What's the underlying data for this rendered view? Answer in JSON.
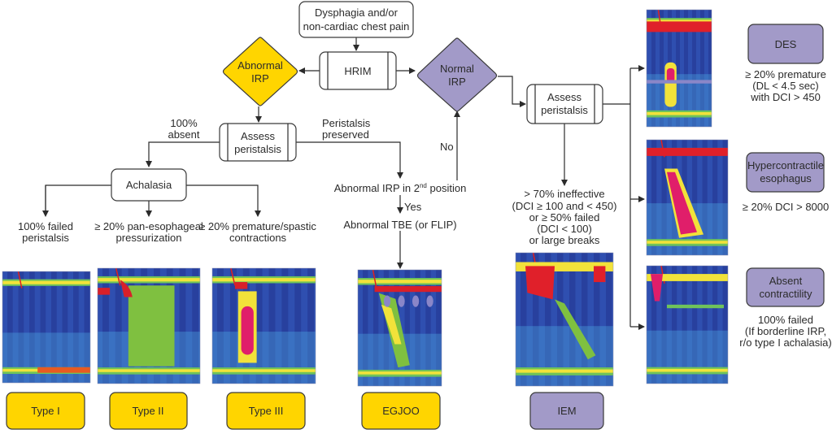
{
  "diagram": {
    "type": "flowchart",
    "title": "HRIM diagnostic algorithm (Chicago Classification)",
    "colors": {
      "outflow_disorder": "#ffd500",
      "peristalsis_disorder": "#a29ac8",
      "neutral_node": "#ffffff",
      "line": "#2b2b2b"
    },
    "nodes": {
      "start": {
        "lines": [
          "Dysphagia and/or",
          "non-cardiac chest pain"
        ]
      },
      "hrim": {
        "label": "HRIM"
      },
      "abnormal_irp": {
        "lines": [
          "Abnormal",
          "IRP"
        ]
      },
      "normal_irp": {
        "lines": [
          "Normal",
          "IRP"
        ]
      },
      "assess_left": {
        "lines": [
          "Assess",
          "peristalsis"
        ]
      },
      "assess_right": {
        "lines": [
          "Assess",
          "peristalsis"
        ]
      },
      "achalasia": {
        "label": "Achalasia"
      }
    },
    "edge_labels": {
      "absent": [
        "100%",
        "absent"
      ],
      "preserved": [
        "Peristalsis",
        "preserved"
      ],
      "no": "No",
      "yes": "Yes"
    },
    "criteria": {
      "type1": [
        "100% failed",
        "peristalsis"
      ],
      "type2": [
        "≥ 20% pan-esophageal",
        "pressurization"
      ],
      "type3": [
        "≥ 20% premature/spastic",
        "contractions"
      ],
      "irp2_base": "Abnormal IRP in 2",
      "irp2_sup": "nd",
      "irp2_tail": " position",
      "tbe": "Abnormal TBE (or FLIP)",
      "iem": [
        "> 70% ineffective",
        "(DCI ≥ 100 and < 450)",
        "or ≥ 50% failed",
        "(DCI < 100)",
        "or large breaks"
      ],
      "des": [
        "≥ 20% premature",
        "(DL < 4.5 sec)",
        "with DCI > 450"
      ],
      "hyper": [
        "≥ 20% DCI > 8000"
      ],
      "absent": [
        "100% failed",
        "(If borderline IRP,",
        "r/o type I achalasia)"
      ]
    },
    "diagnoses": {
      "type1": "Type I",
      "type2": "Type II",
      "type3": "Type III",
      "egjoo": "EGJOO",
      "iem": "IEM",
      "des": "DES",
      "hyper": [
        "Hypercontractile",
        "esophagus"
      ],
      "absent": [
        "Absent",
        "contractility"
      ]
    },
    "plots": [
      {
        "id": "type1",
        "pattern": "failed-peristalsis"
      },
      {
        "id": "type2",
        "pattern": "pan-pressurization"
      },
      {
        "id": "type3",
        "pattern": "spastic"
      },
      {
        "id": "egjoo",
        "pattern": "egj-outflow-obstruction"
      },
      {
        "id": "iem",
        "pattern": "ineffective"
      },
      {
        "id": "des",
        "pattern": "premature"
      },
      {
        "id": "hyper",
        "pattern": "hypercontractile"
      },
      {
        "id": "absent",
        "pattern": "absent"
      }
    ]
  }
}
